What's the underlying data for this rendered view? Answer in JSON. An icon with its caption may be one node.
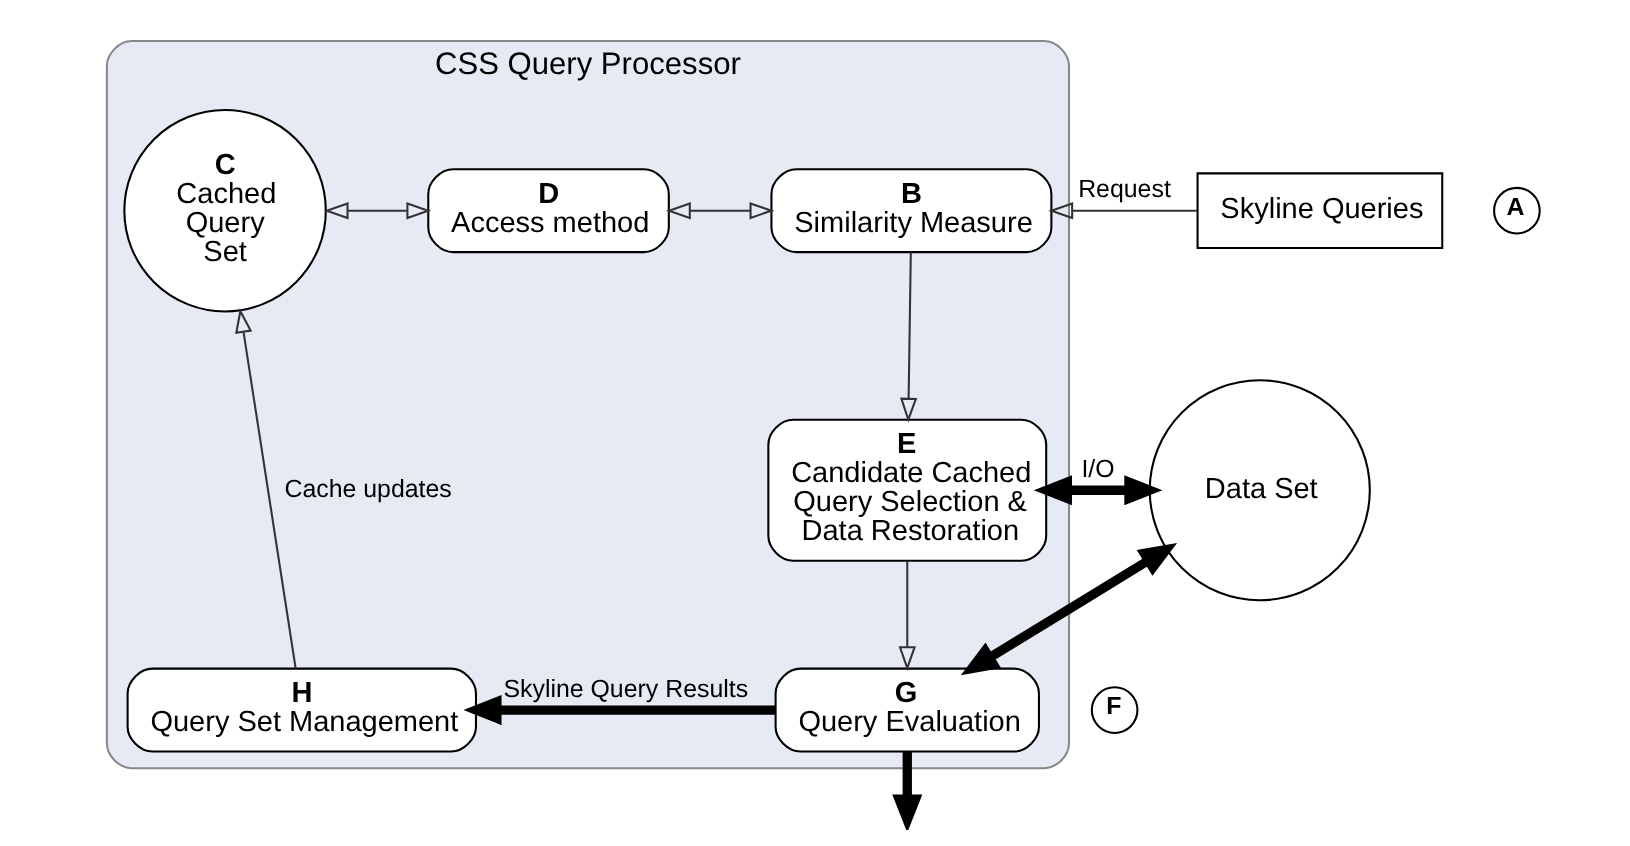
{
  "diagram": {
    "nodes": [
      {
        "text": [
          "CSS Query Processor"
        ]
      },
      {
        "text": [
          "C",
          "Cached Query Set"
        ],
        "in": 0
      },
      {
        "text": [
          "D",
          "Access method"
        ],
        "in": 0
      },
      {
        "text": [
          "B",
          "Similarity Measure"
        ],
        "in": 0
      },
      {
        "text": [
          "E",
          "Candidate Cached Query Selection & Data Restoration"
        ],
        "in": 0
      },
      {
        "text": [
          "G",
          "Query Evaluation"
        ],
        "in": 0
      },
      {
        "text": [
          "H",
          "Query Set Management"
        ],
        "in": 0
      },
      {
        "text": [
          "Skyline Queries"
        ]
      },
      {
        "text": [
          "Data Set"
        ]
      }
    ],
    "edges": [
      {
        "from": 1,
        "to": 2,
        "arrow": "both"
      },
      {
        "from": 2,
        "to": 3,
        "arrow": "both"
      },
      {
        "from": 7,
        "to": 3,
        "arrow": "to",
        "label": "Request"
      },
      {
        "from": 3,
        "to": 4,
        "arrow": "to"
      },
      {
        "from": 4,
        "to": 5,
        "arrow": "to"
      },
      {
        "from": 6,
        "to": 1,
        "arrow": "to",
        "label": "Cache updates"
      },
      {
        "from": 4,
        "to": 8,
        "arrow": "both",
        "label": "I/O",
        "style": "thick"
      },
      {
        "from": 5,
        "to": 8,
        "arrow": "both",
        "style": "thick"
      },
      {
        "from": 5,
        "to": 6,
        "arrow": "to",
        "label": "Skyline Query Results",
        "style": "thick"
      },
      {
        "from": 5,
        "to": null,
        "arrow": "to",
        "style": "thick"
      }
    ],
    "labels": [
      "A",
      "F"
    ]
  }
}
